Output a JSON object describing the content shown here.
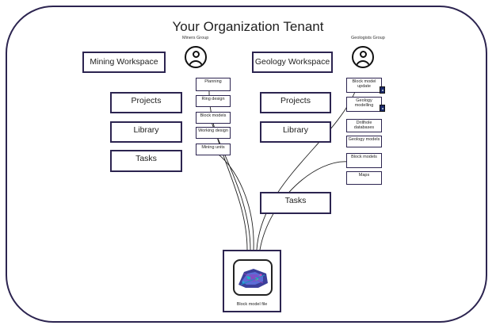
{
  "title": "Your Organization Tenant",
  "groups": {
    "miners": "Miners Group",
    "geologists": "Geologists Group"
  },
  "mining": {
    "workspace": "Mining Workspace",
    "projects": "Projects",
    "library": "Library",
    "tasks": "Tasks",
    "items": [
      "Planning",
      "Ring design",
      "Block models",
      "Working design",
      "Mining units"
    ]
  },
  "geology": {
    "workspace": "Geology Workspace",
    "projects": "Projects",
    "library": "Library",
    "items": [
      "Block model update",
      "Geology modelling",
      "Drillhole databases",
      "Geology models",
      "Block models",
      "Maps"
    ]
  },
  "shared_tasks": "Tasks",
  "file": {
    "label": "Block model file"
  },
  "colors": {
    "border": "#2c2450",
    "badge": "#1c2a6b"
  }
}
